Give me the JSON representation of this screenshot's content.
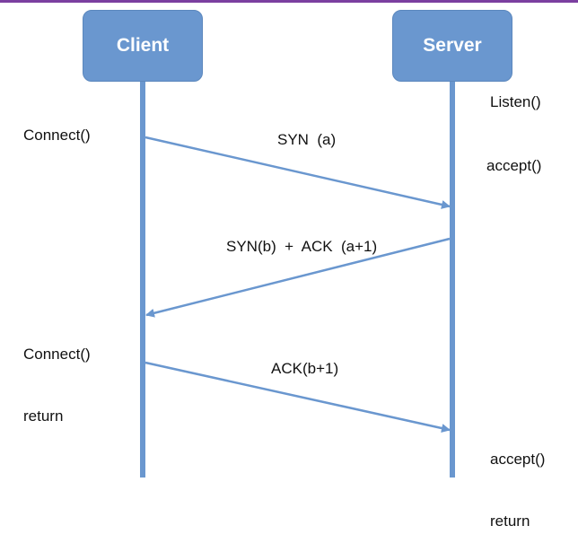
{
  "nodes": {
    "client": "Client",
    "server": "Server"
  },
  "notes": {
    "server_listen": "Listen()",
    "server_accept": "accept()",
    "server_accept_return_1": "accept()",
    "server_accept_return_2": "return",
    "client_connect": "Connect()",
    "client_connect_return_1": "Connect()",
    "client_connect_return_2": "return"
  },
  "messages": [
    {
      "label": "SYN  (a)",
      "from": "client",
      "to": "server"
    },
    {
      "label": "SYN(b)  +  ACK  (a+1)",
      "from": "server",
      "to": "client"
    },
    {
      "label": "ACK(b+1)",
      "from": "client",
      "to": "server"
    }
  ],
  "colors": {
    "node_fill": "#6a97cf",
    "lifeline": "#6a97cf",
    "arrow": "#6a97cf",
    "top_border": "#7b3fa0"
  }
}
